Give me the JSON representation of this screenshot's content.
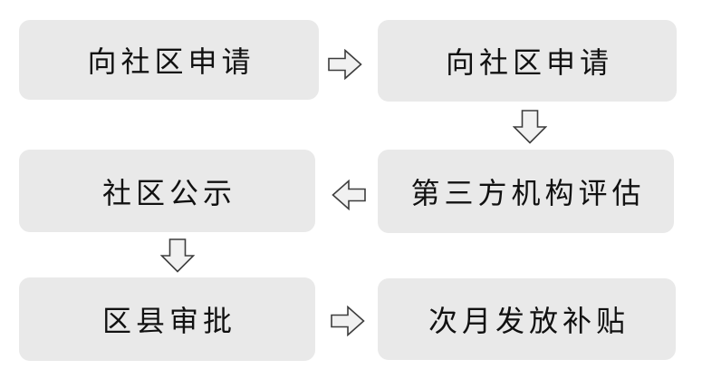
{
  "colors": {
    "canvas_bg": "#ffffff",
    "box_fill": "#e9e9e9",
    "arrow_fill": "#f1f1f1",
    "arrow_stroke": "#3d3d3d",
    "text": "#111111"
  },
  "flowchart": {
    "nodes": [
      {
        "id": "apply-to-community-1",
        "label": "向社区申请",
        "row": 1,
        "col": 1
      },
      {
        "id": "apply-to-community-2",
        "label": "向社区申请",
        "row": 1,
        "col": 2
      },
      {
        "id": "community-publicity",
        "label": "社区公示",
        "row": 2,
        "col": 1
      },
      {
        "id": "third-party-evaluation",
        "label": "第三方机构评估",
        "row": 2,
        "col": 2
      },
      {
        "id": "district-county-approval",
        "label": "区县审批",
        "row": 3,
        "col": 1
      },
      {
        "id": "subsidy-paid-next-month",
        "label": "次月发放补贴",
        "row": 3,
        "col": 2
      }
    ],
    "connectors": [
      {
        "from": "apply-to-community-1",
        "to": "apply-to-community-2",
        "direction": "right"
      },
      {
        "from": "apply-to-community-2",
        "to": "third-party-evaluation",
        "direction": "down"
      },
      {
        "from": "third-party-evaluation",
        "to": "community-publicity",
        "direction": "left"
      },
      {
        "from": "community-publicity",
        "to": "district-county-approval",
        "direction": "down"
      },
      {
        "from": "district-county-approval",
        "to": "subsidy-paid-next-month",
        "direction": "right"
      }
    ]
  }
}
